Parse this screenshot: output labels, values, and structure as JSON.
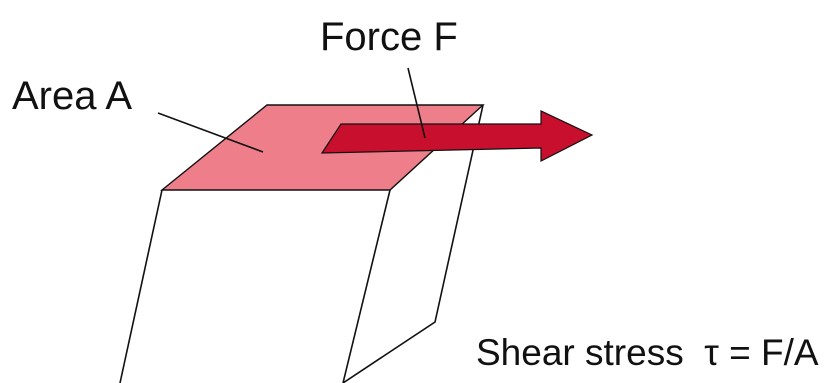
{
  "labels": {
    "area": "Area A",
    "force": "Force F",
    "formula": "Shear stress  τ = F/A"
  },
  "colors": {
    "top_face": "#ee7f8a",
    "arrow": "#c8102e",
    "outline": "#111111"
  }
}
